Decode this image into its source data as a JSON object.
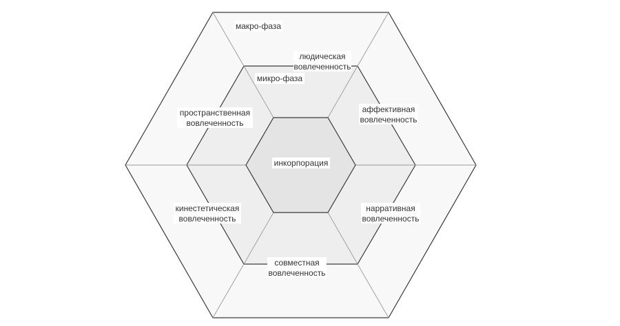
{
  "diagram": {
    "labels": {
      "macro_phase": "макро-фаза",
      "micro_phase": "микро-фаза",
      "center": "инкорпорация",
      "ludic": [
        "людическая",
        "вовлеченность"
      ],
      "affective": [
        "аффективная",
        "вовлеченность"
      ],
      "narrative": [
        "нарративная",
        "вовлеченность"
      ],
      "shared": [
        "совместная",
        "вовлеченность"
      ],
      "kinesthetic": [
        "кинестетическая",
        "вовлеченность"
      ],
      "spatial": [
        "пространственная",
        "вовлеченность"
      ]
    },
    "colors": {
      "outer_fill": "#f8f8f8",
      "middle_fill": "#eeeeee",
      "inner_fill": "#e4e4e4",
      "stroke_dark": "#3a3a3a",
      "stroke_light": "#9a9a9a"
    }
  }
}
